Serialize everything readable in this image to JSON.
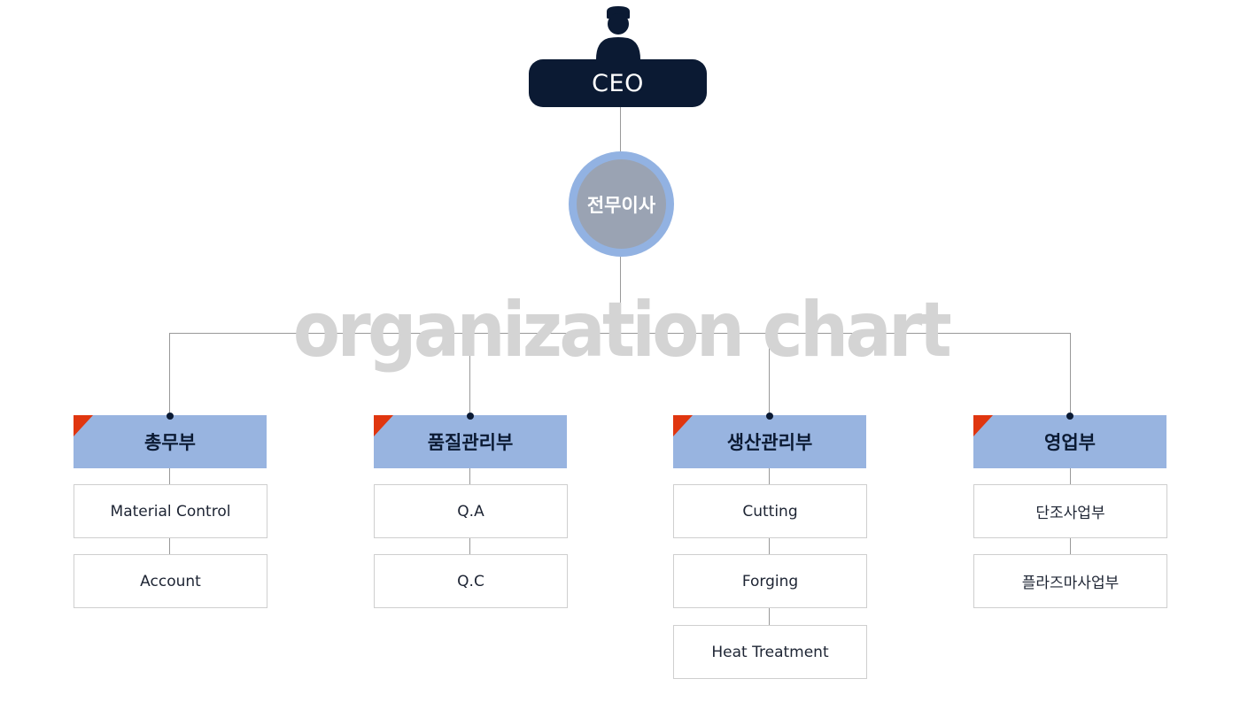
{
  "ceo": {
    "label": "CEO"
  },
  "director": {
    "label": "전무이사"
  },
  "watermark": {
    "text": "organization chart"
  },
  "departments": [
    {
      "name": "총무부",
      "teams": [
        "Material Control",
        "Account"
      ]
    },
    {
      "name": "품질관리부",
      "teams": [
        "Q.A",
        "Q.C"
      ]
    },
    {
      "name": "생산관리부",
      "teams": [
        "Cutting",
        "Forging",
        "Heat Treatment"
      ]
    },
    {
      "name": "영업부",
      "teams": [
        "단조사업부",
        "플라즈마사업부"
      ]
    }
  ],
  "colors": {
    "ceo_bg": "#0b1a33",
    "director_ring": "#92b2e2",
    "director_core": "#9aa3b3",
    "dept_header_bg": "#98b4e0",
    "accent_corner": "#e0360f",
    "watermark": "#d4d4d4"
  },
  "icons": {
    "ceo": "person-silhouette-icon"
  }
}
